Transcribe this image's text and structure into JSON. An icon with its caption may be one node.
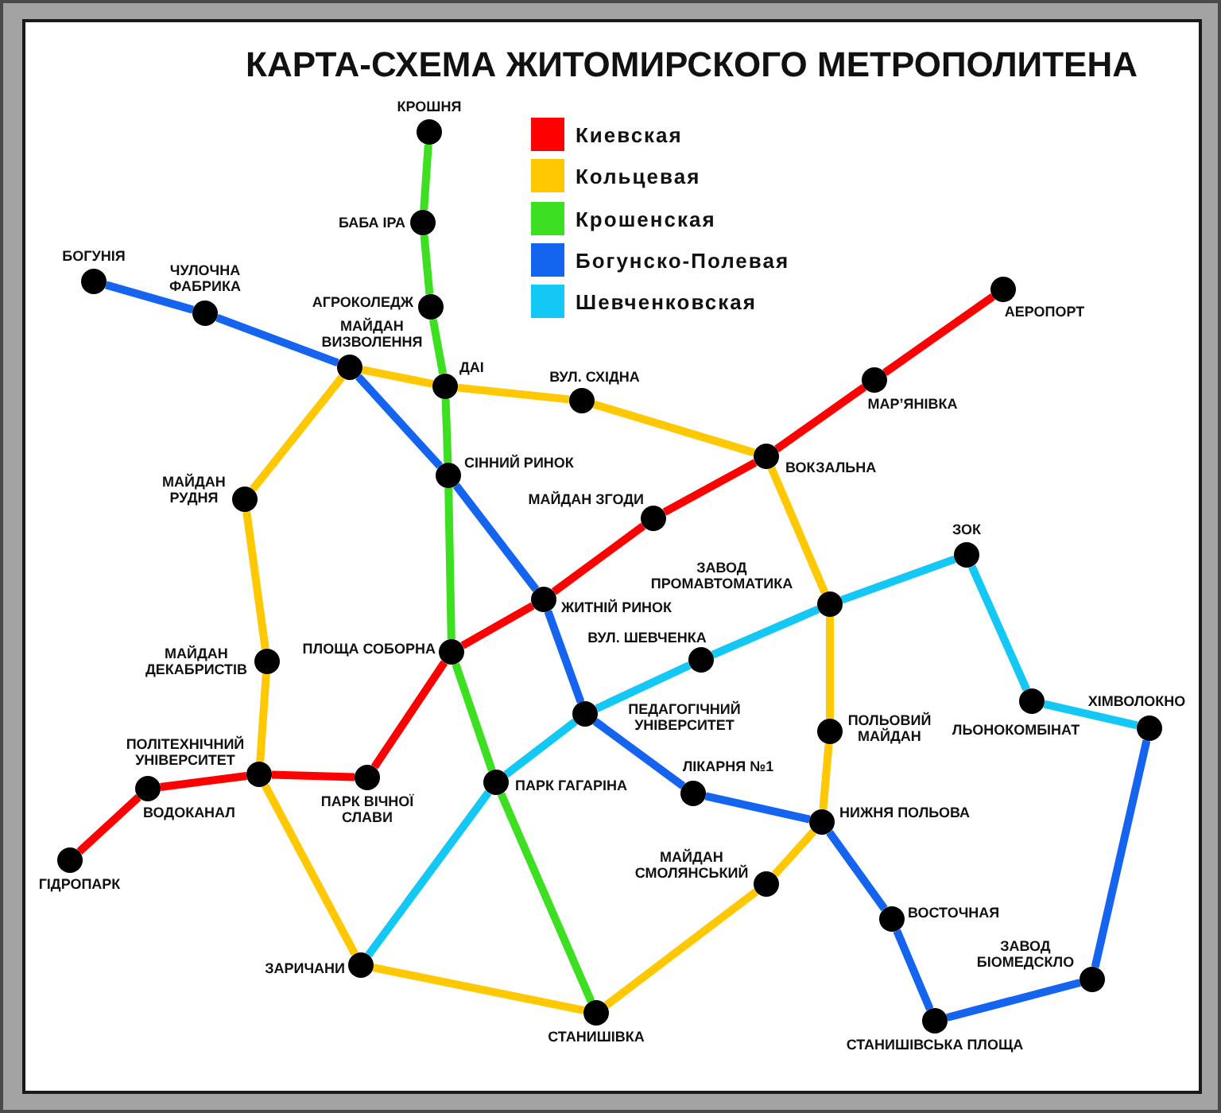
{
  "diagram": {
    "title": "КАРТА-СХЕМА ЖИТОМИРСКОГО МЕТРОПОЛИТЕНА",
    "nodes": [
      {
        "text": [],
        "shape": "circle",
        "beside": [
          "КРОШНЯ"
        ]
      },
      {
        "text": [],
        "shape": "circle",
        "beside": [
          "БАБА ІРА"
        ]
      },
      {
        "text": [],
        "shape": "circle",
        "beside": [
          "БОГУНІЯ"
        ]
      },
      {
        "text": [],
        "shape": "circle",
        "beside": [
          "АЕРОПОРТ"
        ]
      },
      {
        "text": [],
        "shape": "circle",
        "beside": [
          "АГРОКОЛЕДЖ"
        ]
      },
      {
        "text": [],
        "shape": "circle",
        "beside": [
          "ЧУЛОЧНА ФАБРИКА"
        ]
      },
      {
        "text": [],
        "shape": "circle",
        "beside": [
          "МАЙДАН ВИЗВОЛЕННЯ"
        ]
      },
      {
        "text": [],
        "shape": "circle",
        "beside": [
          "МАР’ЯНІВКА"
        ]
      },
      {
        "text": [],
        "shape": "circle",
        "beside": [
          "ДАІ"
        ]
      },
      {
        "text": [],
        "shape": "circle",
        "beside": [
          "ВУЛ. СХІДНА"
        ]
      },
      {
        "text": [],
        "shape": "circle",
        "beside": [
          "ВОКЗАЛЬНА"
        ]
      },
      {
        "text": [],
        "shape": "circle",
        "beside": [
          "СІННИЙ РИНОК"
        ]
      },
      {
        "text": [],
        "shape": "circle",
        "beside": [
          "МАЙДАН РУДНЯ"
        ]
      },
      {
        "text": [],
        "shape": "circle",
        "beside": [
          "МАЙДАН ЗГОДИ"
        ]
      },
      {
        "text": [],
        "shape": "circle",
        "beside": [
          "ЗОК"
        ]
      },
      {
        "text": [],
        "shape": "circle",
        "beside": [
          "ЖИТНІЙ РИНОК"
        ]
      },
      {
        "text": [],
        "shape": "circle",
        "beside": [
          "ЗАВОД ПРОМАВТОМАТИКА"
        ]
      },
      {
        "text": [],
        "shape": "circle",
        "beside": [
          "ПЛОЩА СОБОРНА"
        ]
      },
      {
        "text": [],
        "shape": "circle",
        "beside": [
          "ВУЛ. ШЕВЧЕНКА"
        ]
      },
      {
        "text": [],
        "shape": "circle",
        "beside": [
          "МАЙДАН ДЕКАБРИСТІВ"
        ]
      },
      {
        "text": [],
        "shape": "circle",
        "beside": [
          "ЛЬОНОКОМБІНАТ"
        ]
      },
      {
        "text": [],
        "shape": "circle",
        "beside": [
          "ПЕДАГОГІЧНИЙ УНІВЕРСИТЕТ"
        ]
      },
      {
        "text": [],
        "shape": "circle",
        "beside": [
          "ХІМВОЛОКНО"
        ]
      },
      {
        "text": [],
        "shape": "circle",
        "beside": [
          "ПОЛЬОВИЙ МАЙДАН"
        ]
      },
      {
        "text": [],
        "shape": "circle",
        "beside": [
          "ПОЛІТЕХНІЧНИЙ УНІВЕРСИТЕТ"
        ]
      },
      {
        "text": [],
        "shape": "circle",
        "beside": [
          "ПАРК ВІЧНОЇ СЛАВИ"
        ]
      },
      {
        "text": [],
        "shape": "circle",
        "beside": [
          "ПАРК ГАГАРІНА"
        ]
      },
      {
        "text": [],
        "shape": "circle",
        "beside": [
          "ВОДОКАНАЛ"
        ]
      },
      {
        "text": [],
        "shape": "circle",
        "beside": [
          "ЛІКАРНЯ №1"
        ]
      },
      {
        "text": [],
        "shape": "circle",
        "beside": [
          "НИЖНЯ ПОЛЬОВА"
        ]
      },
      {
        "text": [],
        "shape": "circle",
        "beside": [
          "ГІДРОПАРК"
        ]
      },
      {
        "text": [],
        "shape": "circle",
        "beside": [
          "МАЙДАН СМОЛЯНСЬКИЙ"
        ]
      },
      {
        "text": [],
        "shape": "circle",
        "beside": [
          "ВОСТОЧНАЯ"
        ]
      },
      {
        "text": [],
        "shape": "circle",
        "beside": [
          "ЗАРИЧАНИ"
        ]
      },
      {
        "text": [],
        "shape": "circle",
        "beside": [
          "ЗАВОД БІОМЕДСКЛО"
        ]
      },
      {
        "text": [],
        "shape": "circle",
        "beside": [
          "СТАНИШІВКА"
        ]
      },
      {
        "text": [],
        "shape": "circle",
        "beside": [
          "СТАНИШІВСЬКА ПЛОЩА"
        ]
      }
    ],
    "edges": [
      {
        "from": 30,
        "to": 27,
        "arrow": "none",
        "color": "#ff0000"
      },
      {
        "from": 27,
        "to": 24,
        "arrow": "none",
        "color": "#ff0000"
      },
      {
        "from": 24,
        "to": 25,
        "arrow": "none",
        "color": "#ff0000"
      },
      {
        "from": 25,
        "to": 17,
        "arrow": "none",
        "color": "#ff0000"
      },
      {
        "from": 17,
        "to": 15,
        "arrow": "none",
        "color": "#ff0000"
      },
      {
        "from": 15,
        "to": 13,
        "arrow": "none",
        "color": "#ff0000"
      },
      {
        "from": 13,
        "to": 10,
        "arrow": "none",
        "color": "#ff0000"
      },
      {
        "from": 10,
        "to": 7,
        "arrow": "none",
        "color": "#ff0000"
      },
      {
        "from": 7,
        "to": 3,
        "arrow": "none",
        "color": "#ff0000"
      },
      {
        "from": 6,
        "to": 8,
        "arrow": "none",
        "color": "#ffc800"
      },
      {
        "from": 8,
        "to": 9,
        "arrow": "none",
        "color": "#ffc800"
      },
      {
        "from": 9,
        "to": 10,
        "arrow": "none",
        "color": "#ffc800"
      },
      {
        "from": 10,
        "to": 16,
        "arrow": "none",
        "color": "#ffc800"
      },
      {
        "from": 16,
        "to": 23,
        "arrow": "none",
        "color": "#ffc800"
      },
      {
        "from": 23,
        "to": 29,
        "arrow": "none",
        "color": "#ffc800"
      },
      {
        "from": 29,
        "to": 31,
        "arrow": "none",
        "color": "#ffc800"
      },
      {
        "from": 31,
        "to": 35,
        "arrow": "none",
        "color": "#ffc800"
      },
      {
        "from": 35,
        "to": 33,
        "arrow": "none",
        "color": "#ffc800"
      },
      {
        "from": 33,
        "to": 24,
        "arrow": "none",
        "color": "#ffc800"
      },
      {
        "from": 24,
        "to": 19,
        "arrow": "none",
        "color": "#ffc800"
      },
      {
        "from": 19,
        "to": 12,
        "arrow": "none",
        "color": "#ffc800"
      },
      {
        "from": 12,
        "to": 6,
        "arrow": "none",
        "color": "#ffc800"
      },
      {
        "from": 0,
        "to": 1,
        "arrow": "none",
        "color": "#3de020"
      },
      {
        "from": 1,
        "to": 4,
        "arrow": "none",
        "color": "#3de020"
      },
      {
        "from": 4,
        "to": 8,
        "arrow": "none",
        "color": "#3de020"
      },
      {
        "from": 8,
        "to": 11,
        "arrow": "none",
        "color": "#3de020"
      },
      {
        "from": 11,
        "to": 17,
        "arrow": "none",
        "color": "#3de020"
      },
      {
        "from": 17,
        "to": 26,
        "arrow": "none",
        "color": "#3de020"
      },
      {
        "from": 26,
        "to": 35,
        "arrow": "none",
        "color": "#3de020"
      },
      {
        "from": 2,
        "to": 5,
        "arrow": "none",
        "color": "#1464f0"
      },
      {
        "from": 5,
        "to": 6,
        "arrow": "none",
        "color": "#1464f0"
      },
      {
        "from": 6,
        "to": 11,
        "arrow": "none",
        "color": "#1464f0"
      },
      {
        "from": 11,
        "to": 15,
        "arrow": "none",
        "color": "#1464f0"
      },
      {
        "from": 15,
        "to": 21,
        "arrow": "none",
        "color": "#1464f0"
      },
      {
        "from": 21,
        "to": 28,
        "arrow": "none",
        "color": "#1464f0"
      },
      {
        "from": 28,
        "to": 29,
        "arrow": "none",
        "color": "#1464f0"
      },
      {
        "from": 29,
        "to": 32,
        "arrow": "none",
        "color": "#1464f0"
      },
      {
        "from": 32,
        "to": 36,
        "arrow": "none",
        "color": "#1464f0"
      },
      {
        "from": 36,
        "to": 34,
        "arrow": "none",
        "color": "#1464f0"
      },
      {
        "from": 34,
        "to": 22,
        "arrow": "none",
        "color": "#1464f0"
      },
      {
        "from": 33,
        "to": 26,
        "arrow": "none",
        "color": "#14c8f5"
      },
      {
        "from": 26,
        "to": 21,
        "arrow": "none",
        "color": "#14c8f5"
      },
      {
        "from": 21,
        "to": 18,
        "arrow": "none",
        "color": "#14c8f5"
      },
      {
        "from": 18,
        "to": 16,
        "arrow": "none",
        "color": "#14c8f5"
      },
      {
        "from": 16,
        "to": 14,
        "arrow": "none",
        "color": "#14c8f5"
      },
      {
        "from": 14,
        "to": 20,
        "arrow": "none",
        "color": "#14c8f5"
      },
      {
        "from": 20,
        "to": 22,
        "arrow": "none",
        "color": "#14c8f5"
      }
    ],
    "legend": [
      {
        "text": "Киевская",
        "color": "#ff0000"
      },
      {
        "text": "Кольцевая",
        "color": "#ffc800"
      },
      {
        "text": "Крошенская",
        "color": "#3de020"
      },
      {
        "text": "Богунско-Полевая",
        "color": "#1464f0"
      },
      {
        "text": "Шевченковская",
        "color": "#14c8f5"
      }
    ]
  }
}
